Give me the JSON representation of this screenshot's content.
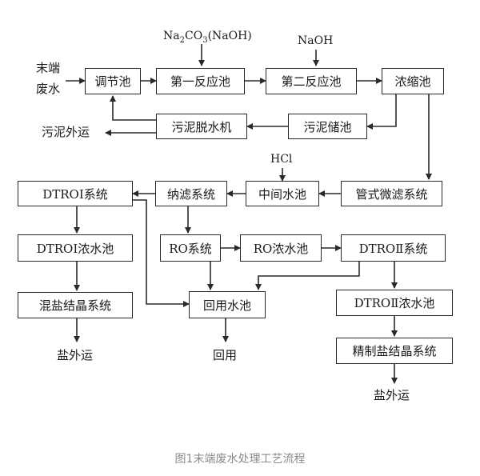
{
  "inputs": {
    "wastewater_line1": "末端",
    "wastewater_line2": "废水",
    "reagent1_pre": "Na",
    "reagent1_sub1": "2",
    "reagent1_mid": "CO",
    "reagent1_sub2": "3",
    "reagent1_post": "(NaOH)",
    "reagent2": "NaOH",
    "reagent3": "HCl"
  },
  "nodes": {
    "tiaojie": "调节池",
    "fanying1": "第一反应池",
    "fanying2": "第二反应池",
    "nongsuo": "浓缩池",
    "wuni_chucun": "污泥储池",
    "wuni_tuoshui": "污泥脱水机",
    "guanshi": "管式微滤系统",
    "zhongjian": "中间水池",
    "nalv": "纳滤系统",
    "dtro1": "DTROⅠ系统",
    "dtro1_nong": "DTROⅠ浓水池",
    "hunyan": "混盐结晶系统",
    "ro": "RO系统",
    "ro_nong": "RO浓水池",
    "dtro2": "DTROⅡ系统",
    "huiyong_chi": "回用水池",
    "dtro2_nong": "DTROⅡ浓水池",
    "jingzhi": "精制盐结晶系统"
  },
  "outputs": {
    "sludge_out": "污泥外运",
    "salt_out1": "盐外运",
    "reuse": "回用",
    "salt_out2": "盐外运"
  },
  "caption": "图1末端废水处理工艺流程"
}
